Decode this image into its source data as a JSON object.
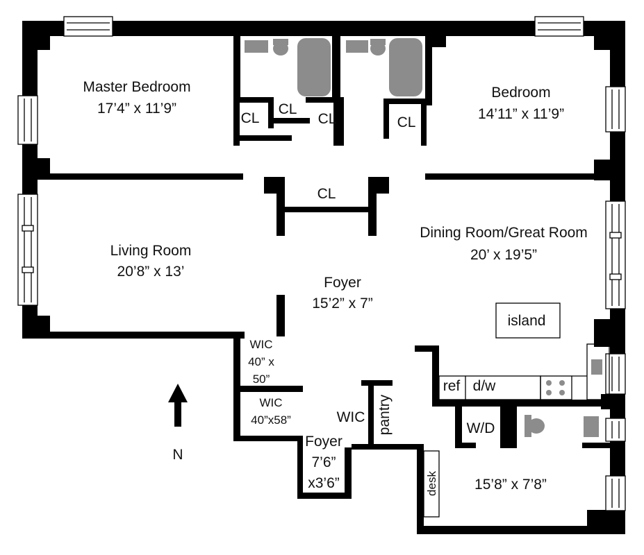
{
  "rooms": {
    "master_bedroom": {
      "name": "Master Bedroom",
      "dims": "17’4” x 11’9”"
    },
    "bedroom": {
      "name": "Bedroom",
      "dims": "14’11” x 11’9”"
    },
    "living_room": {
      "name": "Living Room",
      "dims": "20’8” x 13’"
    },
    "dining_room": {
      "name": "Dining Room/Great Room",
      "dims": "20’ x 19’5”"
    },
    "foyer_main": {
      "name": "Foyer",
      "dims": "15’2” x 7”"
    },
    "foyer_small": {
      "name": "Foyer",
      "dims_line1": "7’6”",
      "dims_line2": "x3’6”"
    },
    "kitchen_room": {
      "dims": "15’8” x 7’8”"
    }
  },
  "closets": {
    "cl_master_left": "CL",
    "cl_master_mid": "CL",
    "cl_bath_right": "CL",
    "cl_bedroom": "CL",
    "cl_hall": "CL",
    "wic_upper": {
      "line1": "WIC",
      "line2": "40” x",
      "line3": "50”"
    },
    "wic_lower": {
      "line1": "WIC",
      "line2": "40”x58”"
    },
    "wic_pantry": "WIC"
  },
  "fixtures": {
    "island": "island",
    "ref": "ref",
    "dishwasher": "d/w",
    "washer_dryer": "W/D",
    "pantry": "pantry",
    "desk": "desk"
  },
  "compass": {
    "label": "N"
  },
  "colors": {
    "wall": "#000000",
    "fixture": "#8c8c8c",
    "background": "#ffffff"
  },
  "icons": [
    "north-arrow-icon",
    "toilet-icon",
    "bathtub-icon",
    "sink-icon",
    "stove-icon",
    "window-icon"
  ]
}
